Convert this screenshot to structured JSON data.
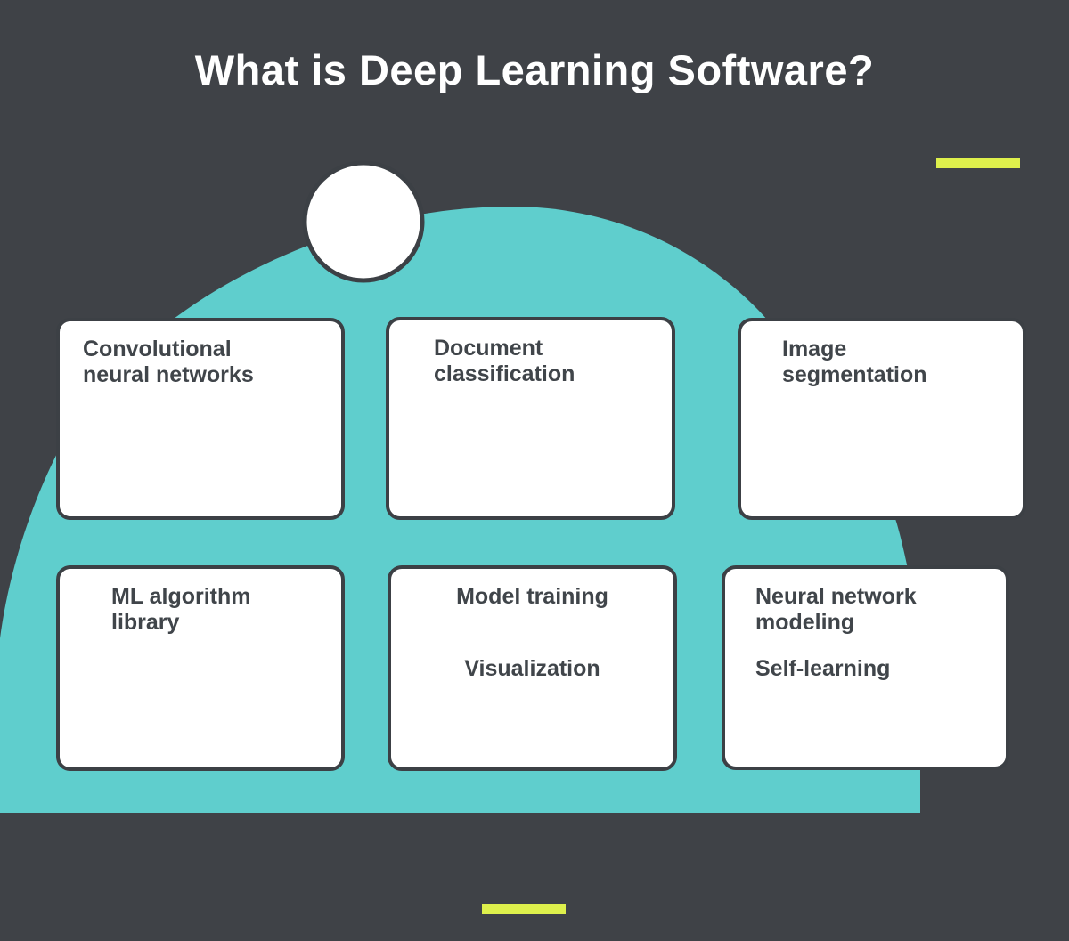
{
  "title": "What is Deep Learning Software?",
  "cards": [
    {
      "label": "Convolutional\nneural networks"
    },
    {
      "label": "Document\nclassification"
    },
    {
      "label": "Image\nsegmentation"
    },
    {
      "label": "ML algorithm\nlibrary"
    },
    {
      "label": "Model training",
      "label2": "Visualization"
    },
    {
      "label": "Neural network\nmodeling",
      "label2": "Self-learning"
    }
  ],
  "colors": {
    "background": "#3F4247",
    "dome": "#5FCECD",
    "card_bg": "#FFFFFF",
    "card_border": "#3C4045",
    "card_text": "#40454A",
    "title_text": "#FFFFFF",
    "accent_bar": "#DEF04C"
  }
}
